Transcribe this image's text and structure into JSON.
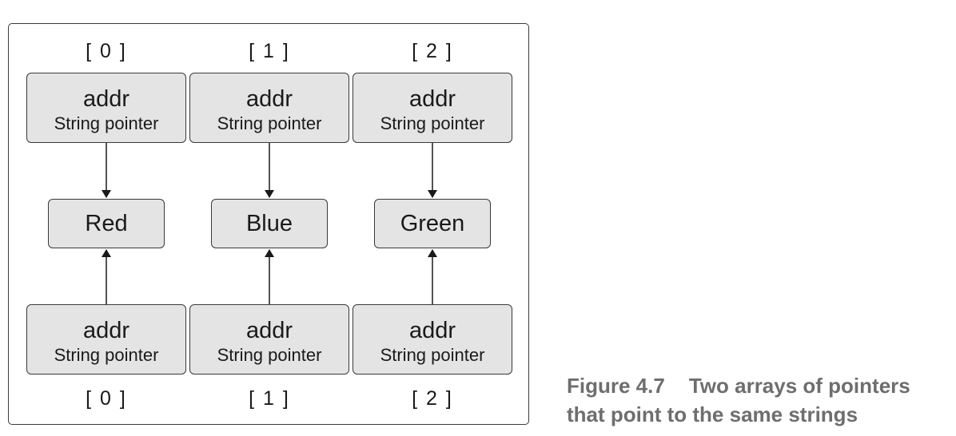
{
  "diagram": {
    "top_indices": [
      "[ 0 ]",
      "[ 1 ]",
      "[ 2 ]"
    ],
    "bottom_indices": [
      "[ 0 ]",
      "[ 1 ]",
      "[ 2 ]"
    ],
    "top_cells": [
      {
        "label": "addr",
        "type": "String pointer"
      },
      {
        "label": "addr",
        "type": "String pointer"
      },
      {
        "label": "addr",
        "type": "String pointer"
      }
    ],
    "strings": [
      "Red",
      "Blue",
      "Green"
    ],
    "bottom_cells": [
      {
        "label": "addr",
        "type": "String pointer"
      },
      {
        "label": "addr",
        "type": "String pointer"
      },
      {
        "label": "addr",
        "type": "String pointer"
      }
    ]
  },
  "caption": {
    "number": "Figure 4.7",
    "line1": "Two arrays of pointers",
    "line2": "that point to the same strings"
  }
}
